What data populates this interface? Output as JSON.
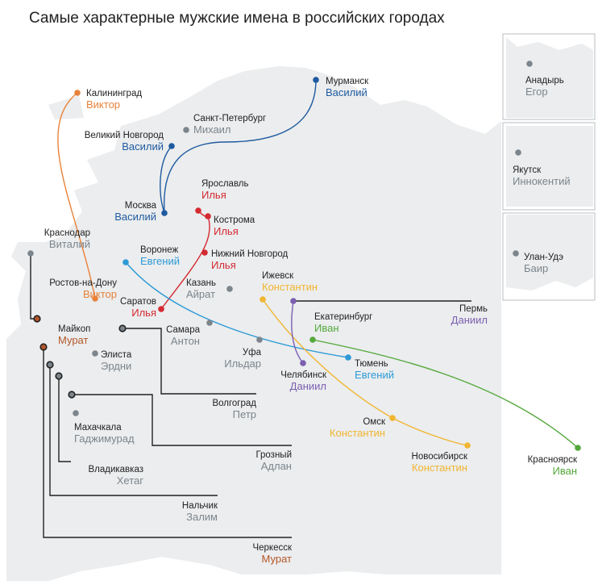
{
  "title": "Самые характерные мужские имена в российских городах",
  "colors": {
    "blue": "#1f5aa0",
    "orange": "#e8823a",
    "red": "#d42a32",
    "lightblue": "#2d9ad6",
    "yellow": "#f2b530",
    "green": "#55a83c",
    "purple": "#7b5fb0",
    "brown": "#b5562a",
    "gray": "#7c858c",
    "land": "#ebedee"
  },
  "cities": [
    {
      "id": "murmansk",
      "city": "Мурманск",
      "name": "Василий",
      "color": "blue"
    },
    {
      "id": "kaliningrad",
      "city": "Калининград",
      "name": "Виктор",
      "color": "orange"
    },
    {
      "id": "spb",
      "city": "Санкт-Петербург",
      "name": "Михаил",
      "color": "gray"
    },
    {
      "id": "vnovgorod",
      "city": "Великий Новгород",
      "name": "Василий",
      "color": "blue"
    },
    {
      "id": "yaroslavl",
      "city": "Ярославль",
      "name": "Илья",
      "color": "red"
    },
    {
      "id": "moskva",
      "city": "Москва",
      "name": "Василий",
      "color": "blue"
    },
    {
      "id": "kostroma",
      "city": "Кострома",
      "name": "Илья",
      "color": "red"
    },
    {
      "id": "krasnodar",
      "city": "Краснодар",
      "name": "Виталий",
      "color": "gray"
    },
    {
      "id": "voronezh",
      "city": "Воронеж",
      "name": "Евгений",
      "color": "lightblue"
    },
    {
      "id": "nnovgorod",
      "city": "Нижний Новгород",
      "name": "Илья",
      "color": "red"
    },
    {
      "id": "izhevsk",
      "city": "Ижевск",
      "name": "Константин",
      "color": "yellow"
    },
    {
      "id": "rostov",
      "city": "Ростов-на-Дону",
      "name": "Виктор",
      "color": "orange"
    },
    {
      "id": "kazan",
      "city": "Казань",
      "name": "Айрат",
      "color": "gray"
    },
    {
      "id": "saratov",
      "city": "Саратов",
      "name": "Илья",
      "color": "red"
    },
    {
      "id": "perm",
      "city": "Пермь",
      "name": "Даниил",
      "color": "purple"
    },
    {
      "id": "ekaterinburg",
      "city": "Екатеринбург",
      "name": "Иван",
      "color": "green"
    },
    {
      "id": "maykop",
      "city": "Майкоп",
      "name": "Мурат",
      "color": "brown"
    },
    {
      "id": "samara",
      "city": "Самара",
      "name": "Антон",
      "color": "gray"
    },
    {
      "id": "elista",
      "city": "Элиста",
      "name": "Эрдни",
      "color": "gray"
    },
    {
      "id": "ufa",
      "city": "Уфа",
      "name": "Ильдар",
      "color": "gray"
    },
    {
      "id": "tyumen",
      "city": "Тюмень",
      "name": "Евгений",
      "color": "lightblue"
    },
    {
      "id": "chelyabinsk",
      "city": "Челябинск",
      "name": "Даниил",
      "color": "purple"
    },
    {
      "id": "volgograd",
      "city": "Волгоград",
      "name": "Петр",
      "color": "gray"
    },
    {
      "id": "omsk",
      "city": "Омск",
      "name": "Константин",
      "color": "yellow"
    },
    {
      "id": "makhachkala",
      "city": "Махачкала",
      "name": "Гаджимурад",
      "color": "gray"
    },
    {
      "id": "novosibirsk",
      "city": "Новосибирск",
      "name": "Константин",
      "color": "yellow"
    },
    {
      "id": "krasnoyarsk",
      "city": "Красноярск",
      "name": "Иван",
      "color": "green"
    },
    {
      "id": "grozny",
      "city": "Грозный",
      "name": "Адлан",
      "color": "gray"
    },
    {
      "id": "vladikavkaz",
      "city": "Владикавказ",
      "name": "Хетаг",
      "color": "gray"
    },
    {
      "id": "nalchik",
      "city": "Нальчик",
      "name": "Залим",
      "color": "gray"
    },
    {
      "id": "cherkessk",
      "city": "Черкесск",
      "name": "Мурат",
      "color": "brown"
    },
    {
      "id": "anadyr",
      "city": "Анадырь",
      "name": "Егор",
      "color": "gray"
    },
    {
      "id": "yakutsk",
      "city": "Якутск",
      "name": "Иннокентий",
      "color": "gray"
    },
    {
      "id": "ulanude",
      "city": "Улан-Удэ",
      "name": "Баир",
      "color": "gray"
    }
  ]
}
